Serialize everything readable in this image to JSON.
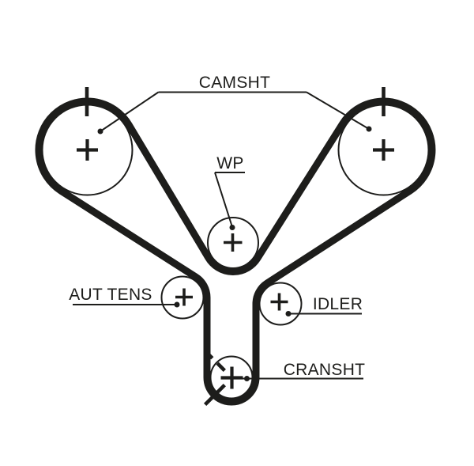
{
  "diagram": {
    "type": "timing-belt-routing",
    "background_color": "#ffffff",
    "line_color": "#1d1d1b",
    "labels": {
      "camshaft": "CAMSHT",
      "water_pump": "WP",
      "auto_tensioner": "AUT TENS",
      "idler": "IDLER",
      "crankshaft": "CRANSHT"
    },
    "components": [
      {
        "name": "camshaft-pulley-left",
        "label": "CAMSHT",
        "timing_mark": "vertical tick above pulley"
      },
      {
        "name": "camshaft-pulley-right",
        "label": "CAMSHT",
        "timing_mark": "vertical tick above pulley"
      },
      {
        "name": "water-pump-pulley",
        "label": "WP"
      },
      {
        "name": "automatic-tensioner-pulley",
        "label": "AUT TENS"
      },
      {
        "name": "idler-pulley",
        "label": "IDLER"
      },
      {
        "name": "crankshaft-pulley",
        "label": "CRANSHT",
        "timing_mark": "two dashed radial marks at upper-left and lower-left"
      }
    ]
  }
}
